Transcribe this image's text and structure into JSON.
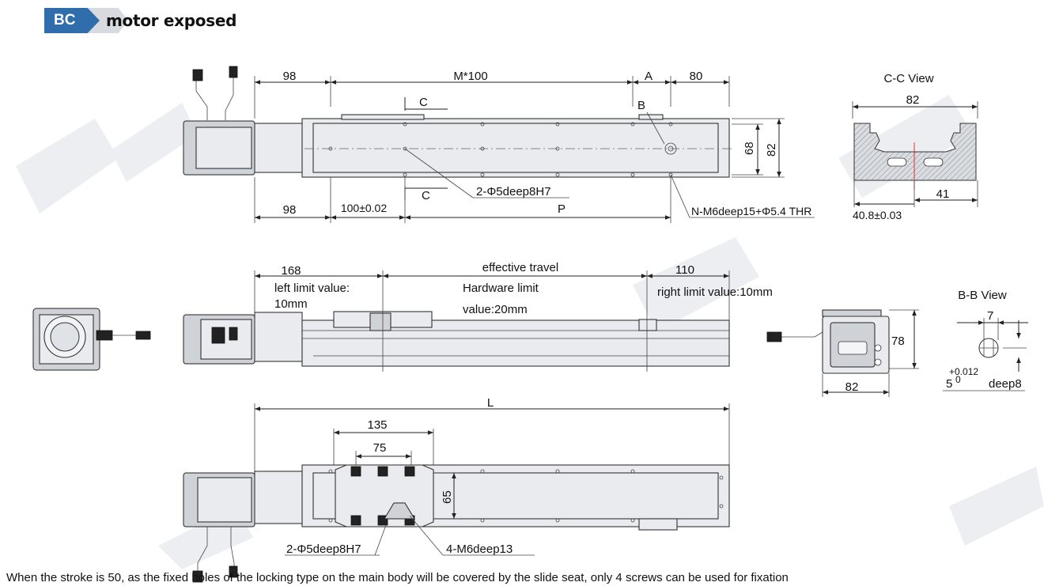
{
  "header": {
    "badge": "BC",
    "title": "motor exposed"
  },
  "colors": {
    "badge": "#2f6dad",
    "section_line": "#e0342b"
  },
  "top_view": {
    "dim_98_left": "98",
    "dim_m100": "M*100",
    "dim_a": "A",
    "dim_80": "80",
    "label_c_top": "C",
    "label_c_bottom": "C",
    "label_b": "B",
    "dim_68": "68",
    "dim_82": "82",
    "callout_holes": "2-Φ5deep8H7",
    "dim_98_bottom": "98",
    "dim_100_tol": "100±0.02",
    "dim_p": "P",
    "callout_thread": "N-M6deep15+Φ5.4 THR"
  },
  "cc_view": {
    "title": "C-C View",
    "dim_82": "82",
    "dim_41": "41",
    "dim_40_8": "40.8±0.03"
  },
  "side_view": {
    "dim_168": "168",
    "left_limit_1": "left limit value:",
    "left_limit_2": "10mm",
    "effective_travel": "effective travel",
    "hardware_limit_1": "Hardware limit",
    "hardware_limit_2": "value:20mm",
    "dim_110": "110",
    "right_limit": "right limit value:10mm",
    "dim_78": "78",
    "dim_82": "82"
  },
  "bb_view": {
    "title": "B-B View",
    "dim_7": "7",
    "tol": "+0.012",
    "tol_zero": "0",
    "dim_5": "5",
    "deep": "deep8"
  },
  "bottom_view": {
    "dim_l": "L",
    "dim_135": "135",
    "dim_75": "75",
    "dim_65": "65",
    "callout_holes": "2-Φ5deep8H7",
    "callout_thread": "4-M6deep13"
  },
  "note": "When the stroke is 50, as the fixed holes of the locking type on the main body will be covered by the slide seat, only 4 screws can be used for fixation"
}
